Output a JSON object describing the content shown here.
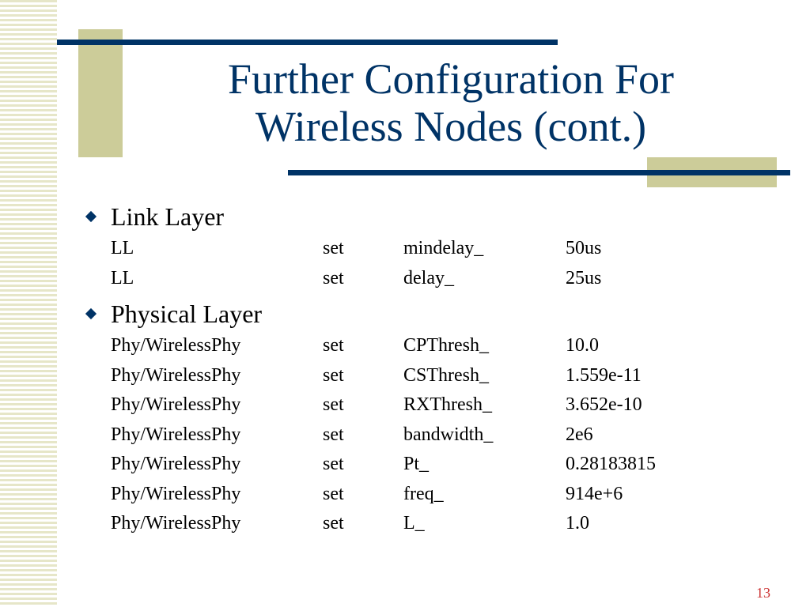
{
  "slide": {
    "title_line1": "Further Configuration For",
    "title_line2": "Wireless Nodes (cont.)",
    "page_number": "13"
  },
  "sections": [
    {
      "label": "Link Layer",
      "rows": [
        [
          "LL",
          "set",
          "mindelay_",
          "50us"
        ],
        [
          "LL",
          "set",
          "delay_",
          "25us"
        ]
      ]
    },
    {
      "label": "Physical Layer",
      "rows": [
        [
          "Phy/WirelessPhy",
          "set",
          "CPThresh_",
          "10.0"
        ],
        [
          "Phy/WirelessPhy",
          "set",
          "CSThresh_",
          "1.559e-11"
        ],
        [
          "Phy/WirelessPhy",
          "set",
          "RXThresh_",
          "3.652e-10"
        ],
        [
          "Phy/WirelessPhy",
          "set",
          "bandwidth_",
          "2e6"
        ],
        [
          "Phy/WirelessPhy",
          "set",
          "Pt_",
          "0.28183815"
        ],
        [
          "Phy/WirelessPhy",
          "set",
          "freq_",
          "914e+6"
        ],
        [
          "Phy/WirelessPhy",
          "set",
          "L_",
          "1.0"
        ]
      ]
    }
  ],
  "colors": {
    "title": "#003366",
    "accent_block": "#cccc99",
    "page_number": "#cc3333"
  }
}
